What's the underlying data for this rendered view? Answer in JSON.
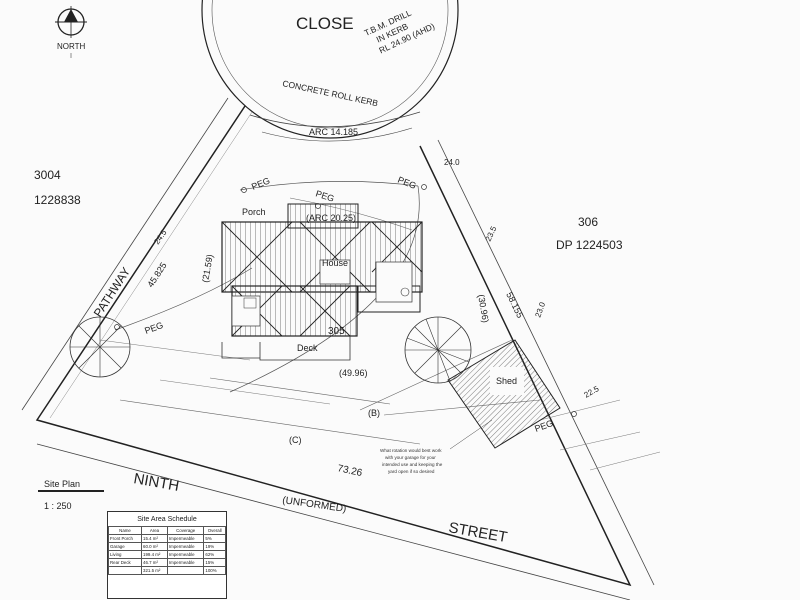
{
  "north": {
    "label": "NORTH"
  },
  "street_top": {
    "name": "CLOSE",
    "tbm_lines": [
      "T.B.M. DRILL",
      "IN KERB",
      "RL 24.90 (AHD)"
    ],
    "kerb": "CONCRETE ROLL KERB"
  },
  "lot_left": {
    "number": "3004",
    "dp": "1228838"
  },
  "lot_right": {
    "number": "306",
    "dp": "DP 1224503"
  },
  "pathway": {
    "name": "PATHWAY"
  },
  "street_bottom": {
    "word1": "NINTH",
    "word2": "STREET",
    "unformed": "(UNFORMED)"
  },
  "dimensions": {
    "arc_outer": "ARC 14.185",
    "arc_inner": "(ARC 20.25)",
    "d_24_0": "24.0",
    "d_24_5": "24.5",
    "d_45_825": "45.825",
    "d_21_59": "(21.59)",
    "d_23_5": "23.5",
    "d_58_155": "58.155",
    "d_23_0": "23.0",
    "d_30_96": "(30.96)",
    "d_49_96": "(49.96)",
    "d_22_5": "22.5",
    "d_73_26": "73.26",
    "b_label": "(B)",
    "c_label": "(C)"
  },
  "pegs": [
    "PEG",
    "PEG",
    "PEG",
    "PEG",
    "PEG"
  ],
  "labels": {
    "porch": "Porch",
    "house": "House",
    "deck": "Deck",
    "shed": "Shed"
  },
  "note": {
    "lines": [
      "What rotation would best work",
      "with your garage for your",
      "intended use and keeping the",
      "yard open if so desired"
    ]
  },
  "site_plan": {
    "title": "Site Plan",
    "scale": "1 : 250"
  },
  "schedule": {
    "title": "Site Area Schedule",
    "headers": [
      "Name",
      "Area",
      "Coverage",
      "Overall"
    ],
    "rows": [
      [
        "Front Porch",
        "15.4 m²",
        "Impermeable",
        "5%"
      ],
      [
        "Garage",
        "60.0 m²",
        "Impermeable",
        "19%"
      ],
      [
        "Living",
        "199.4 m²",
        "Impermeable",
        "62%"
      ],
      [
        "Rear Deck",
        "46.7 m²",
        "Impermeable",
        "15%"
      ]
    ],
    "total": [
      "",
      "321.5 m²",
      "",
      "100%"
    ]
  }
}
